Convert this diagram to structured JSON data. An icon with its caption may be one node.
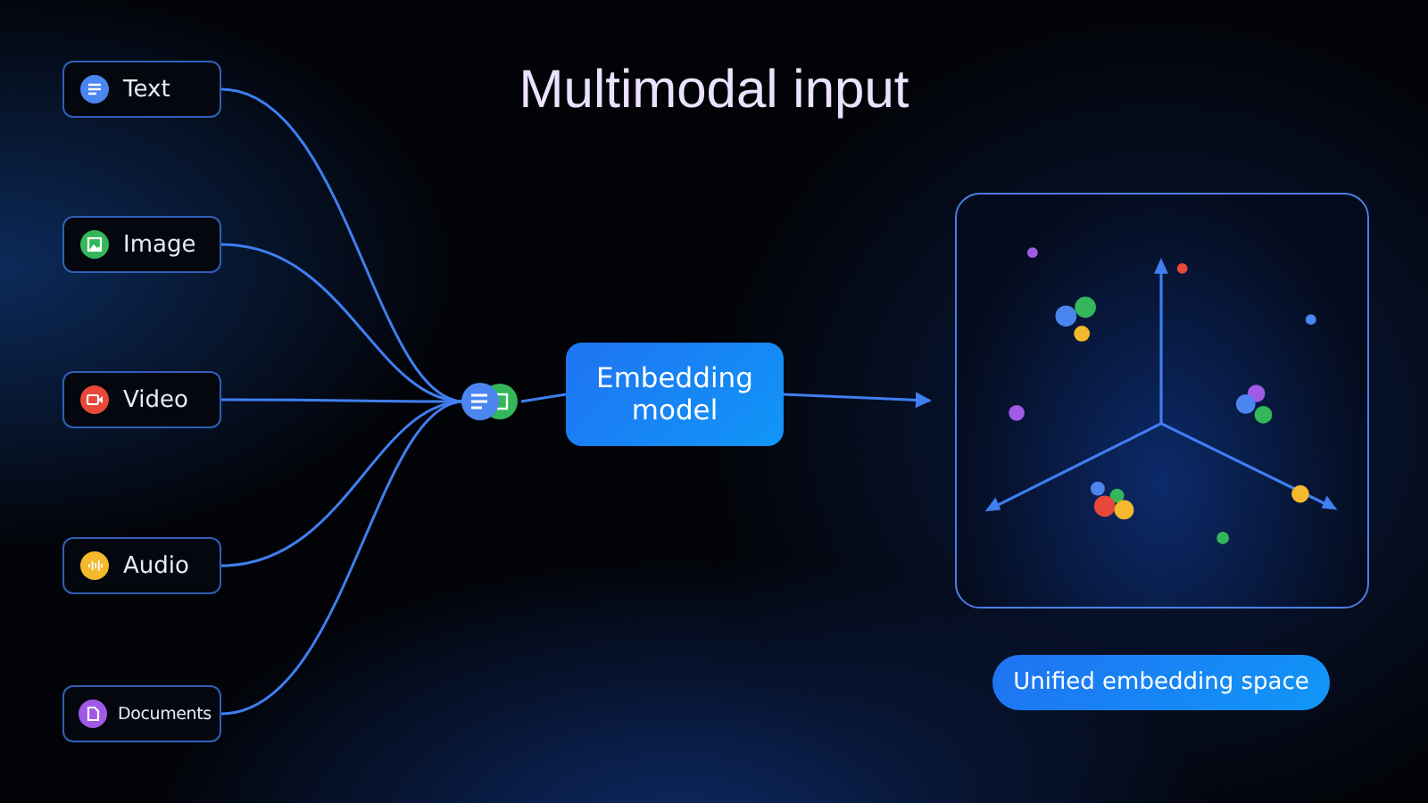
{
  "diagram": {
    "title": "Multimodal input",
    "nodes": [
      {
        "text": [
          "Text"
        ]
      },
      {
        "text": [
          "Image"
        ]
      },
      {
        "text": [
          "Video"
        ]
      },
      {
        "text": [
          "Audio"
        ]
      },
      {
        "text": [
          "Documents"
        ]
      },
      {
        "text": [],
        "shape": "picture"
      },
      {
        "text": [
          "Embedding model"
        ]
      },
      {
        "text": [],
        "shape": "box"
      },
      {
        "text": [
          "Unified embedding space"
        ]
      }
    ],
    "edges": [
      {
        "from": 0,
        "to": 5,
        "arrow": "none"
      },
      {
        "from": 1,
        "to": 5,
        "arrow": "none"
      },
      {
        "from": 2,
        "to": 5,
        "arrow": "none"
      },
      {
        "from": 3,
        "to": 5,
        "arrow": "none"
      },
      {
        "from": 4,
        "to": 5,
        "arrow": "none"
      },
      {
        "from": 5,
        "to": 6,
        "arrow": "none"
      },
      {
        "from": 6,
        "to": 7,
        "arrow": "to"
      }
    ]
  }
}
